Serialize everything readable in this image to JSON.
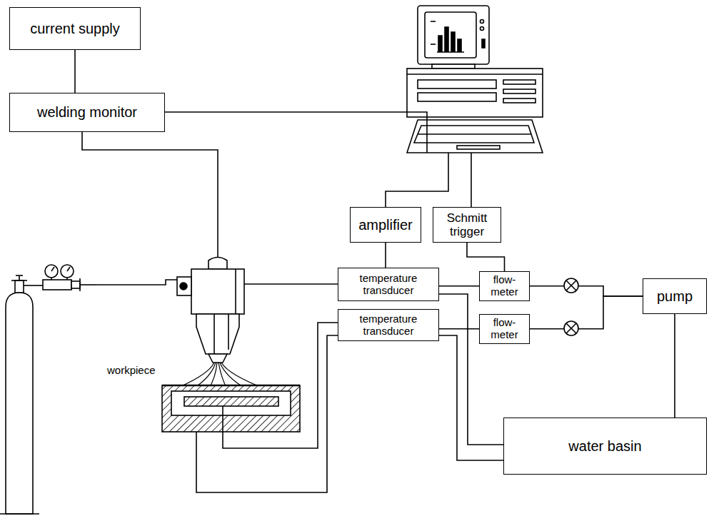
{
  "diagram": {
    "nodes": [
      {
        "text": [
          "current supply"
        ]
      },
      {
        "text": [
          "welding monitor"
        ]
      },
      {
        "text": [
          "amplifier"
        ]
      },
      {
        "text": [
          "Schmitt trigger"
        ]
      },
      {
        "text": [
          "temperature transducer"
        ]
      },
      {
        "text": [
          "flow-meter"
        ]
      },
      {
        "text": [
          "temperature transducer"
        ]
      },
      {
        "text": [
          "flow-meter"
        ]
      },
      {
        "text": [
          "pump"
        ]
      },
      {
        "text": [
          "water basin"
        ]
      }
    ],
    "edges": [
      {
        "from": 0,
        "to": 1,
        "arrow": "none"
      },
      {
        "from": 2,
        "to": 4,
        "arrow": "none"
      },
      {
        "from": 3,
        "to": 5,
        "arrow": "none"
      },
      {
        "from": 4,
        "to": 5,
        "arrow": "none"
      },
      {
        "from": 6,
        "to": 7,
        "arrow": "none"
      },
      {
        "from": 5,
        "to": 8,
        "arrow": "none"
      },
      {
        "from": 7,
        "to": 8,
        "arrow": "none"
      },
      {
        "from": 8,
        "to": 9,
        "arrow": "none"
      },
      {
        "from": 4,
        "to": 9,
        "arrow": "none"
      },
      {
        "from": 6,
        "to": 9,
        "arrow": "none"
      }
    ],
    "labels": [
      "workpiece"
    ]
  }
}
